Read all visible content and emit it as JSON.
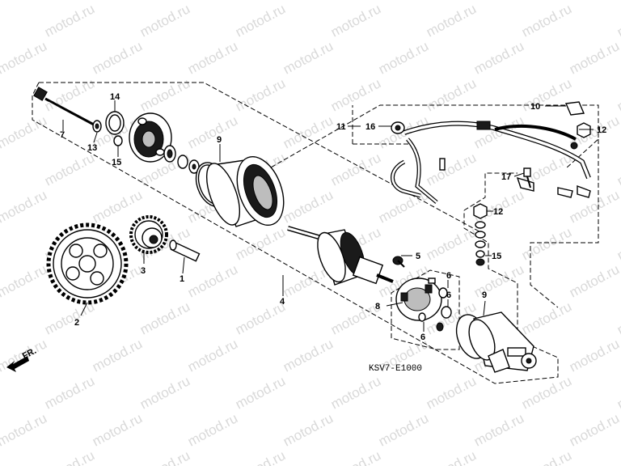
{
  "watermark": "motod.ru",
  "diagram_code": "KSV7-E1000",
  "front_marker": "FR.",
  "callouts": {
    "c1": "1",
    "c2": "2",
    "c3": "3",
    "c4": "4",
    "c5": "5",
    "c6a": "6",
    "c6b": "6",
    "c6c": "6",
    "c7": "7",
    "c8": "8",
    "c9a": "9",
    "c9b": "9",
    "c10": "10",
    "c11": "11",
    "c12a": "12",
    "c12b": "12",
    "c13": "13",
    "c14": "14",
    "c15a": "15",
    "c15b": "15",
    "c16": "16",
    "c17": "17"
  }
}
